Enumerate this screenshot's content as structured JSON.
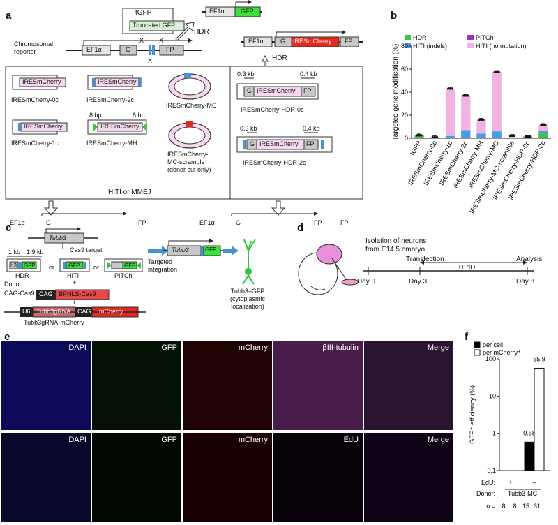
{
  "panel_labels": {
    "a": "a",
    "b": "b",
    "c": "c",
    "d": "d",
    "e": "e",
    "f": "f"
  },
  "panel_a": {
    "tgfp_box": "tGFP",
    "truncated_gfp": "Truncated GFP",
    "ef1a": "EF1α",
    "gfp": "GFP",
    "hdr": "HDR",
    "hdr2": "HDR",
    "chrom_reporter": "Chromosomal\nreporter",
    "g": "G",
    "fp": "FP",
    "x": "X",
    "iresmcherry": "IRESmCherry",
    "ires_hitimmej": "HITI or MMEJ",
    "constructs": [
      "IRESmCherry-0c",
      "IRESmCherry-2c",
      "IRESmCherry-MC",
      "IRESmCherry-1c",
      "IRESmCherry-MH",
      "IRESmCherry-\nMC-scramble\n(donor cut only)",
      "IRESmCherry-HDR-0c",
      "IRESmCherry-HDR-2c"
    ],
    "bp8": "8 bp",
    "kb03": "0.3 kb",
    "kb04": "0.4 kb"
  },
  "panel_b": {
    "chart_data": {
      "type": "bar",
      "ylabel": "Targeted gene modification (%)",
      "ylim": [
        0,
        80
      ],
      "yticks": [
        0,
        20,
        40,
        60,
        80
      ],
      "categories": [
        "tGFP",
        "IRESmCherry-0c",
        "IRESmCherry-1c",
        "IRESmCherry-2c",
        "IRESmCherry-MH",
        "IRESmCherry-MC",
        "IRESmCherry-MC-scramble",
        "IRESmCherry-HDR-0c",
        "IRESmCherry-HDR-2c"
      ],
      "series": [
        {
          "name": "HDR",
          "color": "#3ec43e",
          "values": [
            2.5,
            0,
            0,
            0,
            0,
            0,
            0,
            1.5,
            4
          ]
        },
        {
          "name": "PITCh",
          "color": "#9b30c8",
          "values": [
            0,
            0,
            0,
            0,
            0,
            0,
            0,
            0,
            0
          ]
        },
        {
          "name": "HITI (indels)",
          "color": "#4a9de0",
          "values": [
            0,
            0,
            2,
            7,
            4,
            6,
            0,
            0,
            2.5
          ]
        },
        {
          "name": "HITI (no mutation)",
          "color": "#f3b3e2",
          "values": [
            0,
            1,
            41,
            30,
            12,
            51.5,
            0,
            0,
            5
          ]
        }
      ],
      "totals": [
        2.5,
        1,
        43,
        37,
        16,
        57.5,
        2,
        1.5,
        11.5
      ],
      "legend_position": "top"
    }
  },
  "panel_c": {
    "tubb3": "Tubb3",
    "kb1": "1 kb",
    "kb19": "1.9 kb",
    "cas9_target": "Cas9 target",
    "b3": "b3",
    "gfp": "GFP",
    "hdr": "HDR",
    "hiti": "HITI",
    "pitch": "PITCh",
    "or": "or",
    "plus": "+",
    "donor": "Donor",
    "cag_cas9": "CAG-Cas9",
    "cag": "CAG",
    "bpnls": "BPNLS-Cas9",
    "u6": "U6",
    "tubb3grna": "Tubb3gRNA",
    "mcherry": "mCherry",
    "tubb3grna_mcherry": "Tubb3gRNA-mCherry",
    "targeted_integration": "Targeted\nintegration",
    "tubb3_gfp": "Tubb3–GFP\n(cytoplasmic\nlocalization)"
  },
  "panel_d": {
    "isolation": "Isolation of neurons\nfrom E14.5 embryo",
    "transfection": "Transfection",
    "analysis": "Analysis",
    "edu": "+EdU",
    "days": [
      "Day 0",
      "Day 3",
      "Day 8"
    ]
  },
  "panel_e": {
    "row1": [
      "DAPI",
      "GFP",
      "mCherry",
      "βIII-tubulin",
      "Merge"
    ],
    "row2": [
      "DAPI",
      "GFP",
      "mCherry",
      "EdU",
      "Merge"
    ]
  },
  "panel_f": {
    "chart_data": {
      "type": "bar",
      "ylabel": "GFP⁺ efficiency (%)",
      "log_scale": true,
      "ylim": [
        0.1,
        100
      ],
      "yticks": [
        "0.1",
        "1",
        "10",
        "100"
      ],
      "series": [
        {
          "name": "per cell",
          "color": "#000000",
          "values": [
            null,
            0.58
          ]
        },
        {
          "name": "per mCherry⁺",
          "color": "#ffffff",
          "values": [
            null,
            55.9
          ]
        }
      ],
      "groups": [
        "+",
        "–"
      ],
      "value_labels": [
        "0.58",
        "55.9"
      ],
      "edu_label": "EdU:",
      "donor_label": "Donor:",
      "donor": "Tubb3-MC",
      "n_label": "n =",
      "n_values": [
        "8",
        "8",
        "15",
        "31"
      ]
    }
  }
}
